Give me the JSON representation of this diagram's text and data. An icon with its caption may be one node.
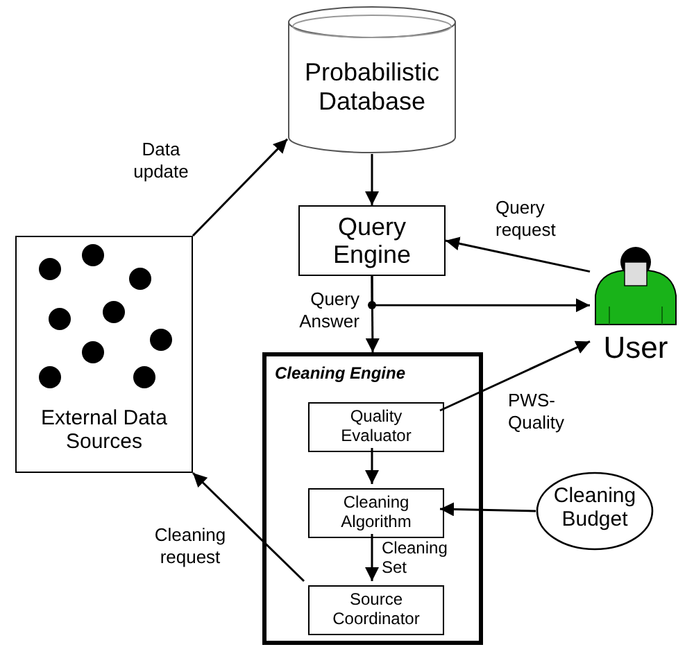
{
  "diagram": {
    "nodes": [
      {
        "text": [
          "Probabilistic Database"
        ]
      },
      {
        "text": [
          "Query Engine"
        ]
      },
      {
        "text": [
          "External Data Sources"
        ]
      },
      {
        "text": [
          "User"
        ]
      },
      {
        "text": [
          "Cleaning Engine"
        ]
      },
      {
        "text": [
          "Quality Evaluator"
        ],
        "in": 4
      },
      {
        "text": [
          "Cleaning Algorithm"
        ],
        "in": 4
      },
      {
        "text": [
          "Source Coordinator"
        ],
        "in": 4
      },
      {
        "text": [
          "Cleaning Budget"
        ]
      }
    ],
    "edges": [
      {
        "from": 2,
        "to": 0,
        "arrow": "to",
        "label": "Data update"
      },
      {
        "from": 0,
        "to": 1,
        "arrow": "to"
      },
      {
        "from": 3,
        "to": 1,
        "arrow": "to",
        "label": "Query request"
      },
      {
        "from": 1,
        "to": 4,
        "arrow": "to",
        "label": "Query Answer"
      },
      {
        "from": 1,
        "to": 3,
        "arrow": "to"
      },
      {
        "from": 5,
        "to": 3,
        "arrow": "to",
        "label": "PWS-Quality"
      },
      {
        "from": 5,
        "to": 6,
        "arrow": "to"
      },
      {
        "from": 8,
        "to": 6,
        "arrow": "to"
      },
      {
        "from": 6,
        "to": 7,
        "arrow": "to",
        "label": "Cleaning Set"
      },
      {
        "from": 7,
        "to": 2,
        "arrow": "to",
        "label": "Cleaning request"
      }
    ]
  }
}
